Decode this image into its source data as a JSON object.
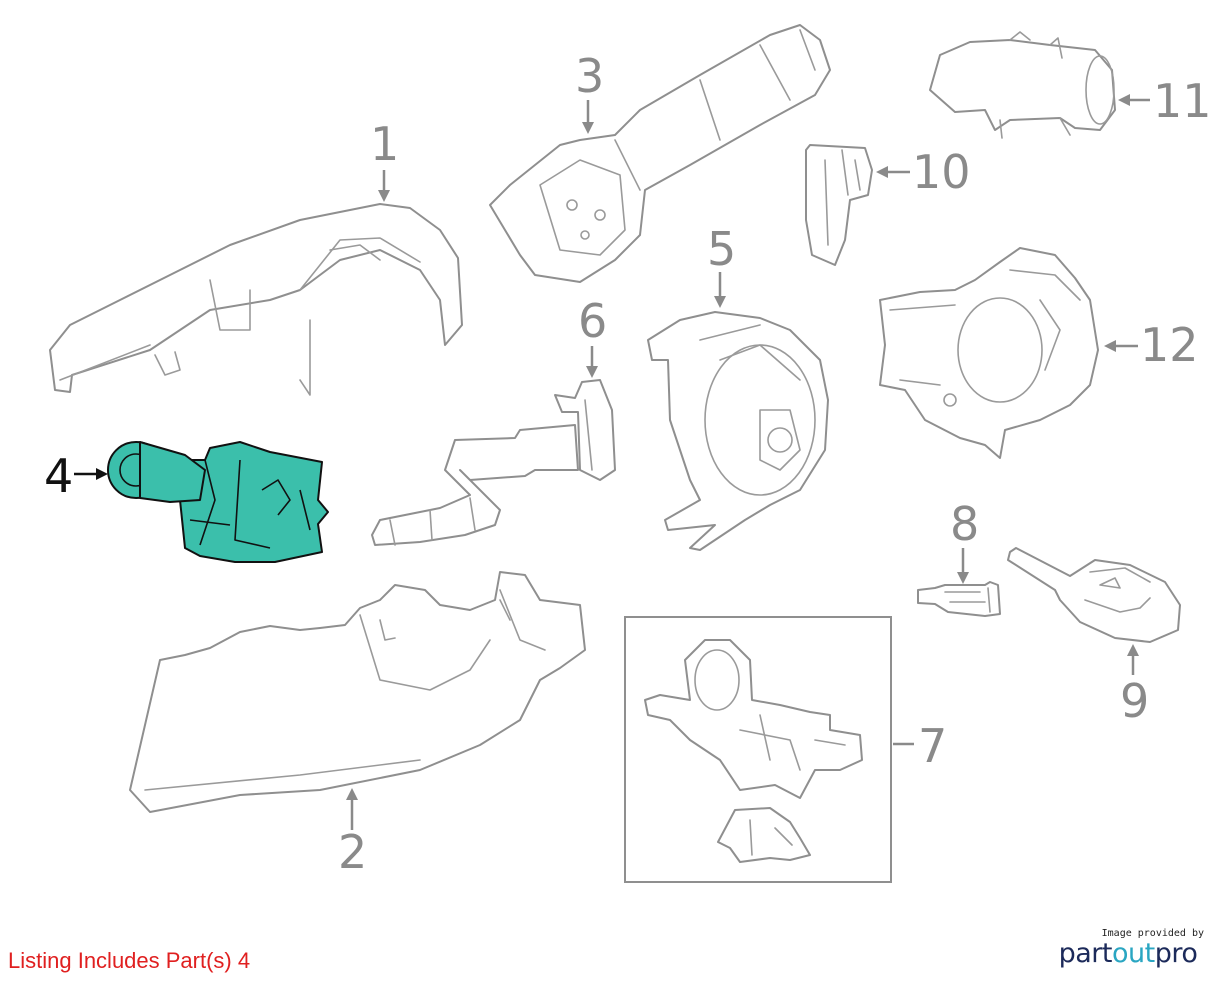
{
  "callouts": {
    "1": "1",
    "2": "2",
    "3": "3",
    "4": "4",
    "5": "5",
    "6": "6",
    "7": "7",
    "8": "8",
    "9": "9",
    "10": "10",
    "11": "11",
    "12": "12"
  },
  "highlighted_part": "4",
  "colors": {
    "highlight_fill": "#3bbfab",
    "line_gray": "#8f8f8f",
    "note_red": "#e02020",
    "brand_navy": "#1c2a5a",
    "brand_teal": "#2aa6c2"
  },
  "note": {
    "text": "Listing Includes Part(s) 4"
  },
  "credit": {
    "provided_by": "Image provided by",
    "brand_part": "part",
    "brand_out": "out",
    "brand_pro": "pro"
  }
}
